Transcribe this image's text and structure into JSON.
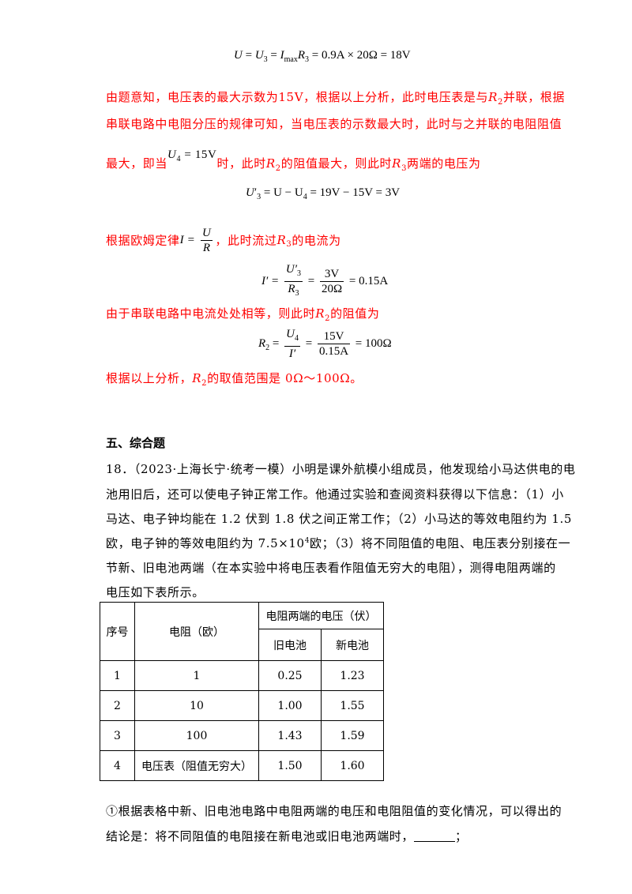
{
  "solution": {
    "eq1": {
      "lhs": "U",
      "mid": "U",
      "mid_sub": "3",
      "i": "I",
      "i_sub": "max",
      "r": "R",
      "r_sub": "3",
      "rhs": " = 0.9A × 20Ω = 18V"
    },
    "para1_line1": {
      "text_a": "由题意知，电压表的最大示数为15V，根据以上分析，此时电压表是与",
      "r": "R",
      "r_sub": "2",
      "text_b": "并联，根据"
    },
    "para1_line2": "串联电路中电阻分压的规律可知，当电压表的示数最大时，此时与之并联的电阻阻值",
    "para1_line3": {
      "text_a": "最大，即当",
      "u4": "U",
      "u4_sub": "4",
      "u4_val": " = 15V",
      "text_b": "时，此时",
      "r2": "R",
      "r2_sub": "2",
      "text_c": "的阻值最大，则此时",
      "r3": "R",
      "r3_sub": "3",
      "text_d": "两端的电压为"
    },
    "eq2": {
      "u": "U",
      "u_sub": "3",
      "prime": "′",
      "rhs": " = U − U",
      "rhs_sub": "4",
      "rhs_tail": " = 19V − 15V = 3V"
    },
    "para2": {
      "text_a": "根据欧姆定律",
      "i": "I",
      "eq": " = ",
      "num": "U",
      "den": "R",
      "text_b": "，此时流过",
      "r": "R",
      "r_sub": "3",
      "text_c": "的电流为"
    },
    "eq3": {
      "lhs": "I′ = ",
      "num1": "U′",
      "num1_sub": "3",
      "den1": "R",
      "den1_sub": "3",
      "eq": " = ",
      "num2": "3V",
      "den2": "20Ω",
      "rhs": " = 0.15A"
    },
    "para3": {
      "text_a": "由于串联电路中电流处处相等，则此时",
      "r": "R",
      "r_sub": "2",
      "text_b": "的阻值为"
    },
    "eq4": {
      "lhs": "R",
      "lhs_sub": "2",
      "eq": " = ",
      "num1": "U",
      "num1_sub": "4",
      "den1": "I′",
      "num2": "15V",
      "den2": "0.15A",
      "rhs": " = 100Ω"
    },
    "para4": {
      "text_a": "根据以上分析，",
      "r": "R",
      "r_sub": "2",
      "text_b": "的取值范围是 0Ω～100Ω。"
    }
  },
  "section": {
    "title": "五、综合题"
  },
  "question": {
    "line1": "18．（2023·上海长宁·统考一模）小明是课外航模小组成员，他发现给小马达供电的电",
    "line2": "池用旧后，还可以使电子钟正常工作。他通过实验和查阅资料获得以下信息：（1）小",
    "line3": "马达、电子钟均能在 1.2 伏到 1.8 伏之间正常工作；（2）小马达的等效电阻约为 1.5",
    "line4_a": "欧，电子钟的等效电阻约为 7.5×10",
    "line4_sup": "4",
    "line4_b": "欧；（3）将不同阻值的电阻、电压表分别接在一",
    "line5": "节新、旧电池两端（在本实验中将电压表看作阻值无穷大的电阻），测得电阻两端的",
    "line6": "电压如下表所示。"
  },
  "table": {
    "header_index": "序号",
    "header_resistance": "电阻（欧）",
    "header_voltage": "电阻两端的电压（伏）",
    "header_old": "旧电池",
    "header_new": "新电池",
    "rows": [
      {
        "index": "1",
        "resistance": "1",
        "old": "0.25",
        "new": "1.23"
      },
      {
        "index": "2",
        "resistance": "10",
        "old": "1.00",
        "new": "1.55"
      },
      {
        "index": "3",
        "resistance": "100",
        "old": "1.43",
        "new": "1.59"
      },
      {
        "index": "4",
        "resistance": "电压表（阻值无穷大）",
        "old": "1.50",
        "new": "1.60"
      }
    ]
  },
  "subquestion": {
    "line1": "①根据表格中新、旧电池电路中电阻两端的电压和电阻阻值的变化情况，可以得出的",
    "line2": "结论是：将不同阻值的电阻接在新电池或旧电池两端时，",
    "line2_end": "；"
  }
}
